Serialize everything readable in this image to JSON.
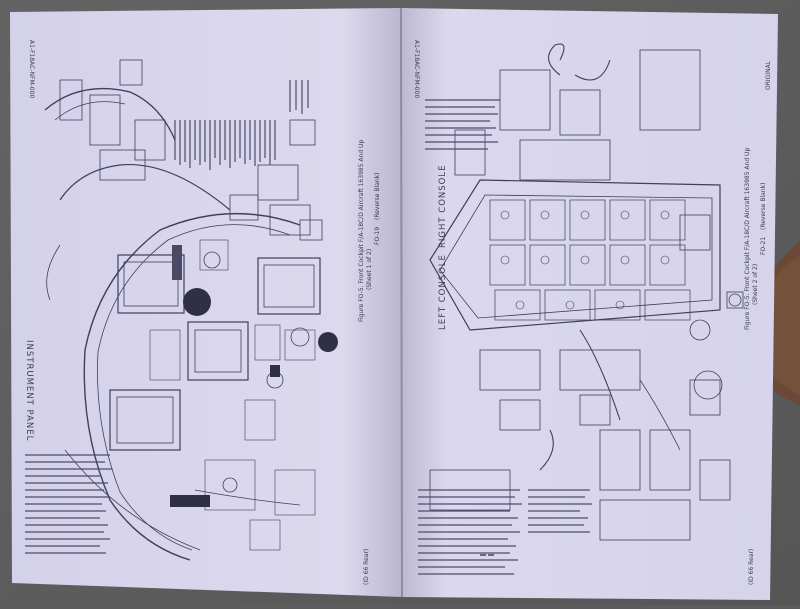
{
  "left_page": {
    "header_code": "A1-F18AC-NFM-000",
    "panel_title": "INSTRUMENT PANEL",
    "figure_caption": "Figure FO-5. Front Cockpit F/A-18C/D Aircraft 163985 And Up",
    "sheet": "(Sheet 1 of 2)",
    "page_number": "FO-19",
    "blank_note": "(Reverse Blank)",
    "footer": "(ID 66 Rear)"
  },
  "right_page": {
    "header_code": "A1-F18AC-NFM-000",
    "status": "ORIGINAL",
    "panel_title_left": "LEFT CONSOLE",
    "panel_title_right": "RIGHT CONSOLE",
    "figure_caption": "Figure FO-5. Front Cockpit F/A-18C/D Aircraft 163985 And Up",
    "sheet": "(Sheet 2 of 2)",
    "page_number": "FO-21",
    "blank_note": "(Reverse Blank)",
    "footer": "(ID 66 Rear)"
  },
  "colors": {
    "background": "#5c5c5c",
    "paper": "#d9d6ee",
    "ink": "#3b3b55",
    "cover": "#6a4a36"
  }
}
